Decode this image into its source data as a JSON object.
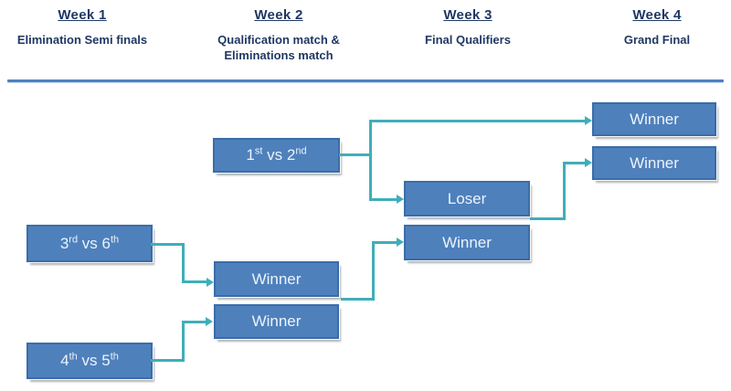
{
  "header": {
    "columns": [
      {
        "week": "Week 1",
        "subtitle": "Elimination Semi finals"
      },
      {
        "week": "Week 2",
        "subtitle": "Qualification match &\nEliminations match"
      },
      {
        "week": "Week 3",
        "subtitle": "Final Qualifiers"
      },
      {
        "week": "Week 4",
        "subtitle": "Grand Final"
      }
    ]
  },
  "colors": {
    "header-text": "#1F3864",
    "divider": "#4F81BD",
    "box-fill": "#4E80BC",
    "box-border": "#3A6DA8",
    "box-text": "#EDF3FB",
    "connector": "#3FAEBA"
  },
  "boxes": {
    "match_1v2": {
      "parts": [
        {
          "t": "1"
        },
        {
          "t": "st",
          "sup": true
        },
        {
          "t": " vs 2"
        },
        {
          "t": "nd",
          "sup": true
        }
      ]
    },
    "match_3v6": {
      "parts": [
        {
          "t": "3"
        },
        {
          "t": "rd",
          "sup": true
        },
        {
          "t": " vs 6"
        },
        {
          "t": "th",
          "sup": true
        }
      ]
    },
    "match_4v5": {
      "parts": [
        {
          "t": "4"
        },
        {
          "t": "th",
          "sup": true
        },
        {
          "t": " vs 5"
        },
        {
          "t": "th",
          "sup": true
        }
      ]
    },
    "w2_winner_top": {
      "parts": [
        {
          "t": "Winner"
        }
      ]
    },
    "w2_winner_bottom": {
      "parts": [
        {
          "t": "Winner"
        }
      ]
    },
    "w3_loser": {
      "parts": [
        {
          "t": "Loser"
        }
      ]
    },
    "w3_winner": {
      "parts": [
        {
          "t": "Winner"
        }
      ]
    },
    "w4_winner_top": {
      "parts": [
        {
          "t": "Winner"
        }
      ]
    },
    "w4_winner_bottom": {
      "parts": [
        {
          "t": "Winner"
        }
      ]
    }
  }
}
